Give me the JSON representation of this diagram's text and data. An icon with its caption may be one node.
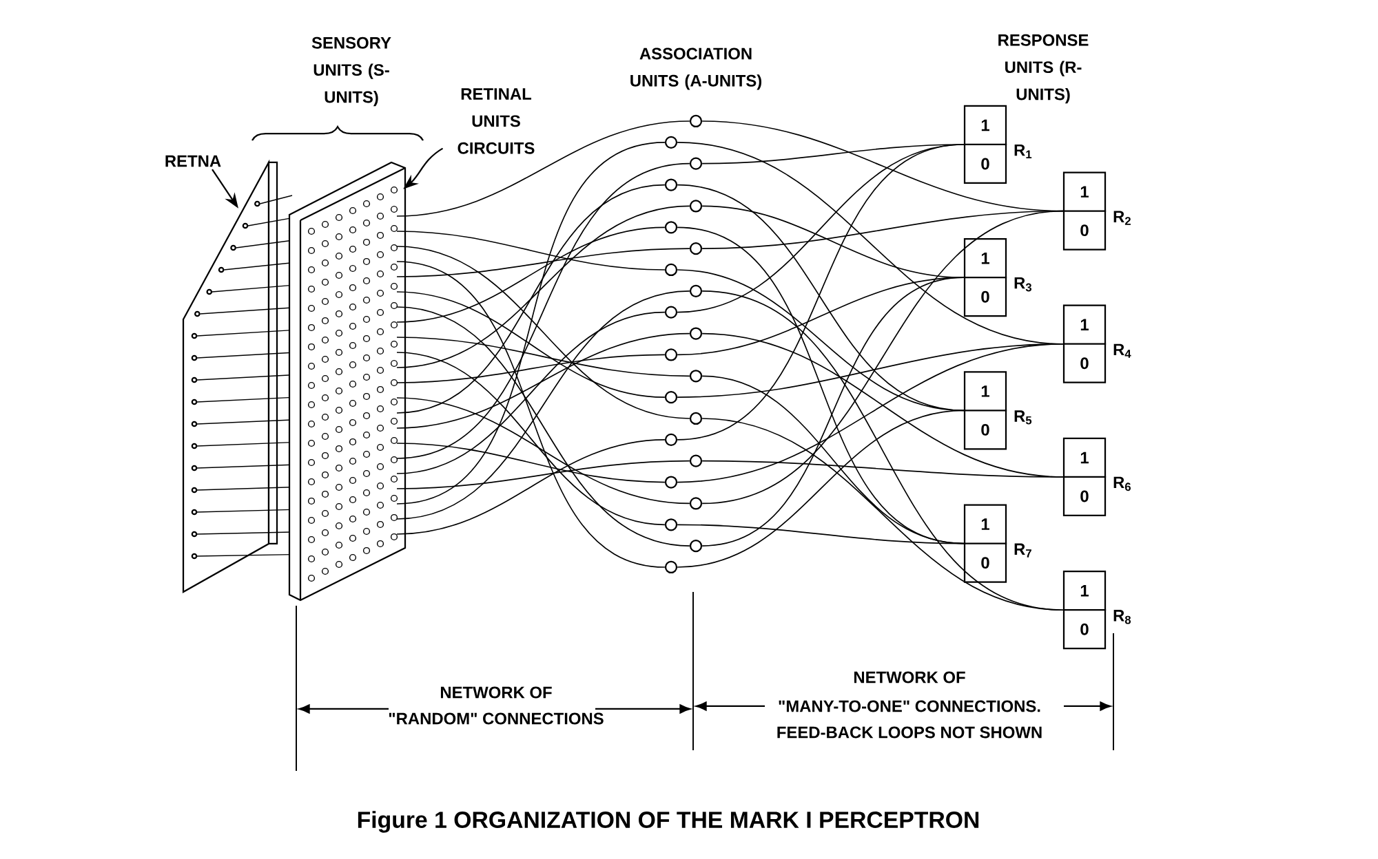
{
  "diagram": {
    "caption": "Figure 1 ORGANIZATION OF THE MARK I PERCEPTRON",
    "nodes": [
      {
        "text": [
          "RETNA"
        ]
      },
      {
        "text": [],
        "shape": "box"
      },
      {
        "text": [
          "RETINAL UNITS CIRCUITS"
        ]
      },
      {
        "text": [],
        "shape": "box"
      },
      {
        "text": [],
        "shape": "circle"
      },
      {
        "text": [],
        "shape": "circle"
      },
      {
        "text": [],
        "shape": "circle"
      },
      {
        "text": [],
        "shape": "circle"
      },
      {
        "text": [],
        "shape": "circle"
      },
      {
        "text": [],
        "shape": "circle"
      },
      {
        "text": [],
        "shape": "circle"
      },
      {
        "text": [],
        "shape": "circle"
      },
      {
        "text": [],
        "shape": "circle"
      },
      {
        "text": [],
        "shape": "circle"
      },
      {
        "text": [],
        "shape": "circle"
      },
      {
        "text": [],
        "shape": "circle"
      },
      {
        "text": [],
        "shape": "circle"
      },
      {
        "text": [],
        "shape": "circle"
      },
      {
        "text": [],
        "shape": "circle"
      },
      {
        "text": [],
        "shape": "circle"
      },
      {
        "text": [],
        "shape": "circle"
      },
      {
        "text": [],
        "shape": "circle"
      },
      {
        "text": [],
        "shape": "circle"
      },
      {
        "text": [],
        "shape": "circle"
      },
      {
        "text": [],
        "shape": "circle"
      },
      {
        "text": [],
        "shape": "circle"
      },
      {
        "text": [
          "1",
          "0"
        ],
        "beside": [
          "R$_{1}$"
        ]
      },
      {
        "text": [
          "1",
          "0"
        ],
        "beside": [
          "R$_{2}$"
        ]
      },
      {
        "text": [
          "1",
          "0"
        ],
        "beside": [
          "R$_{3}$"
        ]
      },
      {
        "text": [
          "1",
          "0"
        ],
        "beside": [
          "R$_{4}$"
        ]
      },
      {
        "text": [
          "1",
          "0"
        ],
        "beside": [
          "R$_{5}$"
        ]
      },
      {
        "text": [
          "1",
          "0"
        ],
        "beside": [
          "R$_{6}$"
        ]
      },
      {
        "text": [
          "1",
          "0"
        ],
        "beside": [
          "R$_{7}$"
        ]
      },
      {
        "text": [
          "1",
          "0"
        ],
        "beside": [
          "R$_{8}$"
        ]
      }
    ],
    "edges": [
      {
        "from": 0,
        "to": 1,
        "arrow": "to"
      },
      {
        "from": 2,
        "to": 3,
        "arrow": "to"
      },
      {
        "from": 3,
        "to": 4,
        "arrow": "none"
      },
      {
        "from": 3,
        "to": 11,
        "arrow": "none"
      },
      {
        "from": 3,
        "to": 18,
        "arrow": "none"
      },
      {
        "from": 3,
        "to": 25,
        "arrow": "none"
      },
      {
        "from": 3,
        "to": 10,
        "arrow": "none"
      },
      {
        "from": 3,
        "to": 17,
        "arrow": "none"
      },
      {
        "from": 3,
        "to": 24,
        "arrow": "none"
      },
      {
        "from": 3,
        "to": 9,
        "arrow": "none"
      },
      {
        "from": 3,
        "to": 16,
        "arrow": "none"
      },
      {
        "from": 3,
        "to": 23,
        "arrow": "none"
      },
      {
        "from": 3,
        "to": 8,
        "arrow": "none"
      },
      {
        "from": 3,
        "to": 15,
        "arrow": "none"
      },
      {
        "from": 3,
        "to": 22,
        "arrow": "none"
      },
      {
        "from": 3,
        "to": 7,
        "arrow": "none"
      },
      {
        "from": 3,
        "to": 14,
        "arrow": "none"
      },
      {
        "from": 3,
        "to": 21,
        "arrow": "none"
      },
      {
        "from": 3,
        "to": 6,
        "arrow": "none"
      },
      {
        "from": 3,
        "to": 13,
        "arrow": "none"
      },
      {
        "from": 3,
        "to": 20,
        "arrow": "none"
      },
      {
        "from": 3,
        "to": 5,
        "arrow": "none"
      },
      {
        "from": 3,
        "to": 12,
        "arrow": "none"
      },
      {
        "from": 3,
        "to": 19,
        "arrow": "none"
      },
      {
        "from": 6,
        "to": 26,
        "arrow": "none"
      },
      {
        "from": 13,
        "to": 26,
        "arrow": "none"
      },
      {
        "from": 19,
        "to": 26,
        "arrow": "none"
      },
      {
        "from": 4,
        "to": 27,
        "arrow": "none"
      },
      {
        "from": 10,
        "to": 27,
        "arrow": "none"
      },
      {
        "from": 22,
        "to": 27,
        "arrow": "none"
      },
      {
        "from": 8,
        "to": 28,
        "arrow": "none"
      },
      {
        "from": 15,
        "to": 28,
        "arrow": "none"
      },
      {
        "from": 24,
        "to": 28,
        "arrow": "none"
      },
      {
        "from": 5,
        "to": 29,
        "arrow": "none"
      },
      {
        "from": 17,
        "to": 29,
        "arrow": "none"
      },
      {
        "from": 21,
        "to": 29,
        "arrow": "none"
      },
      {
        "from": 7,
        "to": 30,
        "arrow": "none"
      },
      {
        "from": 11,
        "to": 30,
        "arrow": "none"
      },
      {
        "from": 25,
        "to": 30,
        "arrow": "none"
      },
      {
        "from": 14,
        "to": 31,
        "arrow": "none"
      },
      {
        "from": 20,
        "to": 31,
        "arrow": "none"
      },
      {
        "from": 9,
        "to": 32,
        "arrow": "none"
      },
      {
        "from": 16,
        "to": 32,
        "arrow": "none"
      },
      {
        "from": 23,
        "to": 32,
        "arrow": "none"
      },
      {
        "from": 12,
        "to": 33,
        "arrow": "none"
      },
      {
        "from": 18,
        "to": 33,
        "arrow": "none"
      }
    ],
    "labels": [
      "SENSORY UNITS (S-UNITS)",
      "ASSOCIATION UNITS (A-UNITS)",
      "RESPONSE UNITS (R-UNITS)",
      "NETWORK OF",
      "NETWORK OF",
      "\"MANY-TO-ONE\" CONNECTIONS.",
      "\"RANDOM\" CONNECTIONS",
      "FEED-BACK LOOPS NOT SHOWN"
    ]
  }
}
